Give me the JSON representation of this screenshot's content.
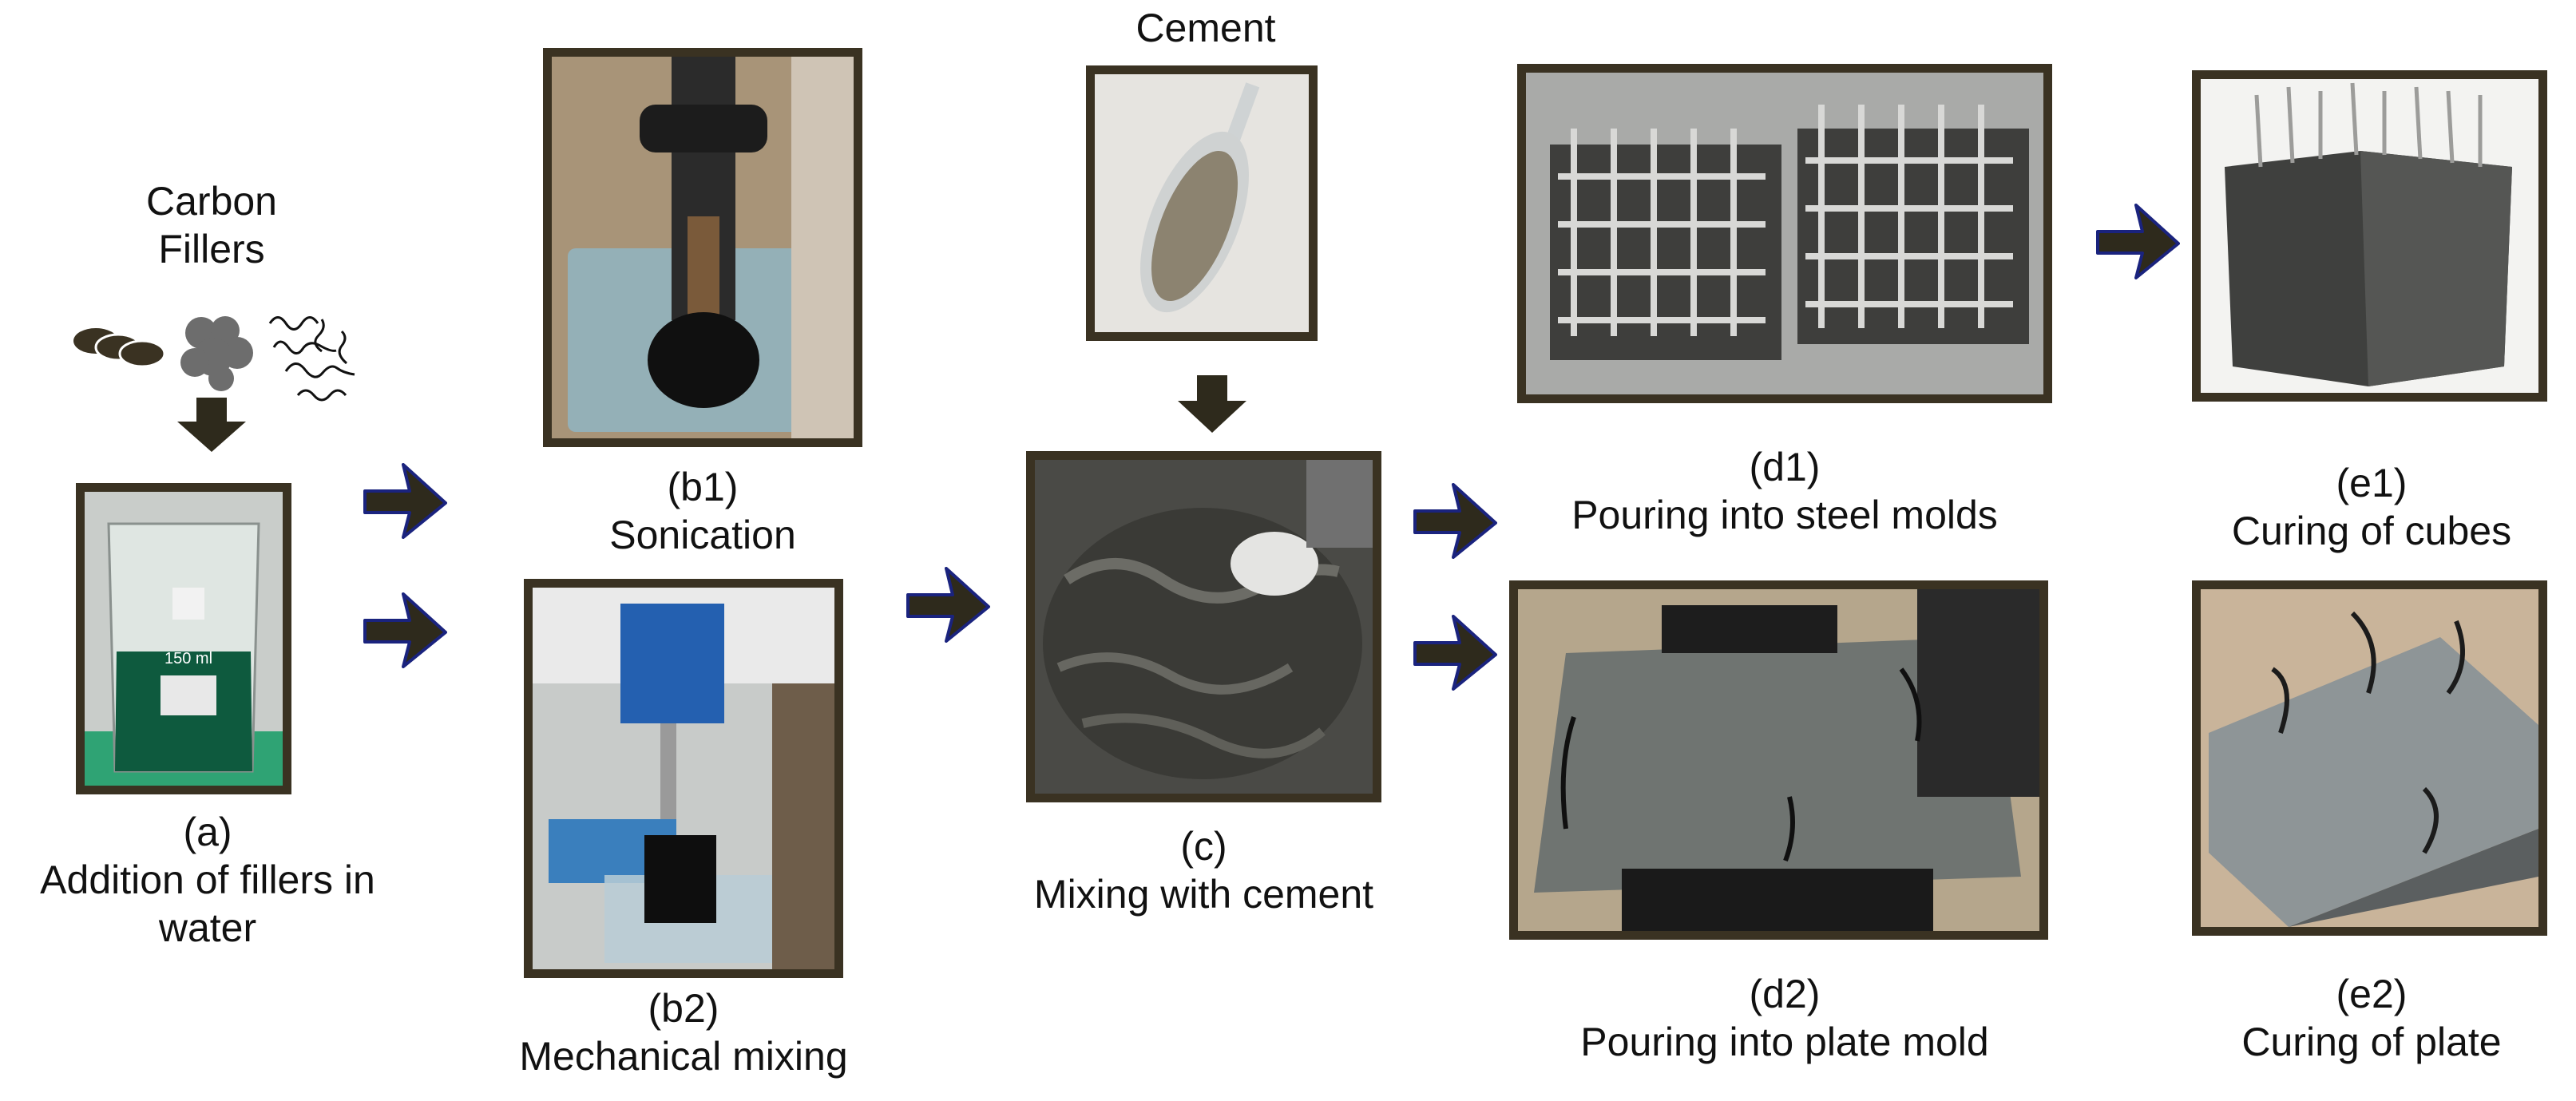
{
  "filler": {
    "label_line1": "Carbon",
    "label_line2": "Fillers"
  },
  "cement": {
    "label": "Cement"
  },
  "steps": {
    "a": {
      "id": "(a)",
      "line1": "Addition of fillers in",
      "line2": "water"
    },
    "b1": {
      "id": "(b1)",
      "text": "Sonication"
    },
    "b2": {
      "id": "(b2)",
      "text": "Mechanical mixing"
    },
    "c": {
      "id": "(c)",
      "text": "Mixing with cement"
    },
    "d1": {
      "id": "(d1)",
      "text": "Pouring into steel molds"
    },
    "d2": {
      "id": "(d2)",
      "text": "Pouring into plate mold"
    },
    "e1": {
      "id": "(e1)",
      "text": "Curing of cubes"
    },
    "e2": {
      "id": "(e2)",
      "text": "Curing of plate"
    }
  },
  "beaker": {
    "marking": "150 ml"
  },
  "colors": {
    "arrow_fill": "#2e2a1c",
    "arrow_outline": "#1a237e",
    "frame": "#3a3222"
  }
}
